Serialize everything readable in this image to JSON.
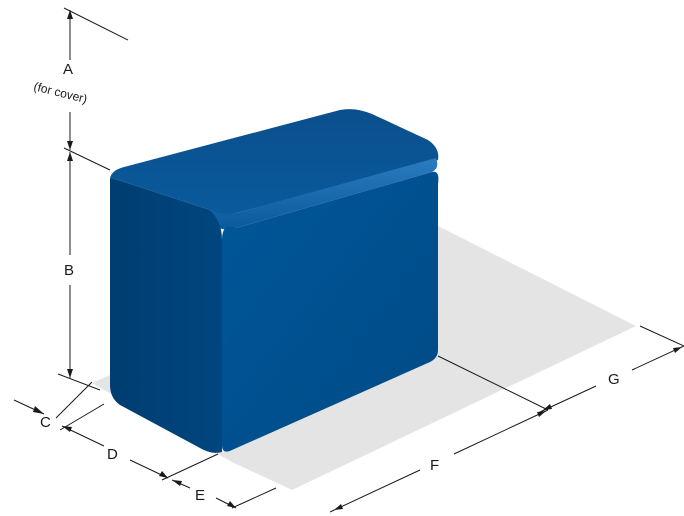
{
  "dimensions": {
    "a": "A",
    "a_note": "(for cover)",
    "b": "B",
    "c": "C",
    "d": "D",
    "e": "E",
    "f": "F",
    "g": "G"
  },
  "colors": {
    "box_front": "#00508f",
    "box_top": "#0a4f8c",
    "box_side": "#003f73",
    "box_edge_highlight": "#1e6fb0",
    "floor": "#e4e4e4",
    "line": "#1a1a1a"
  }
}
